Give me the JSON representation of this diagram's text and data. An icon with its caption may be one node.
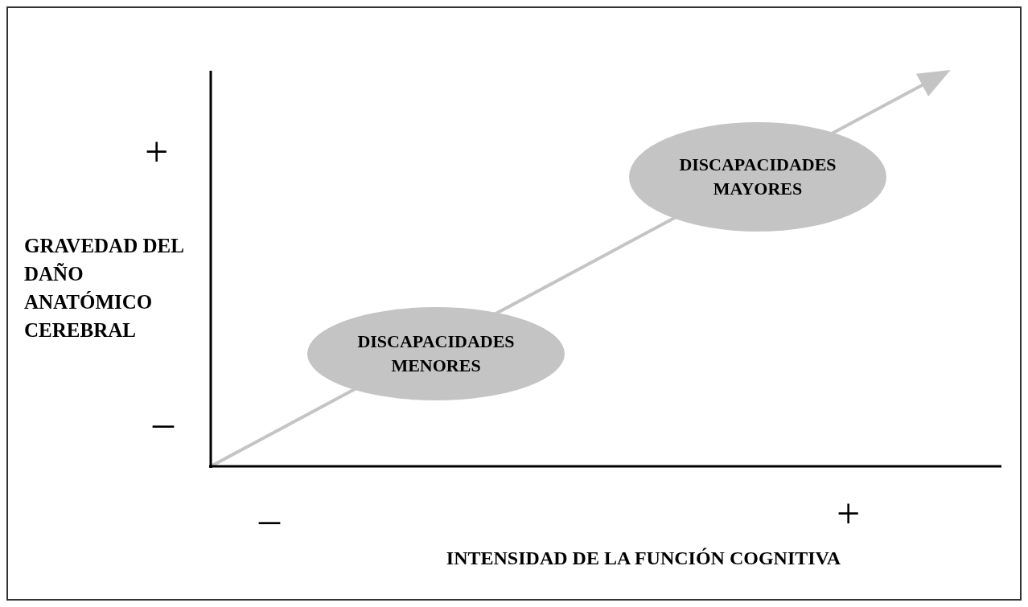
{
  "diagram": {
    "nodes": [
      {
        "text": [
          "DISCAPACIDADES MAYORES"
        ]
      },
      {
        "text": [
          "DISCAPACIDADES MENORES"
        ]
      }
    ],
    "labels": [
      "+",
      "GRAVEDAD DEL DAÑO ANATÓMICO CEREBRAL",
      "–",
      "–",
      "+",
      "INTENSIDAD DE LA FUNCIÓN COGNITIVA"
    ]
  }
}
